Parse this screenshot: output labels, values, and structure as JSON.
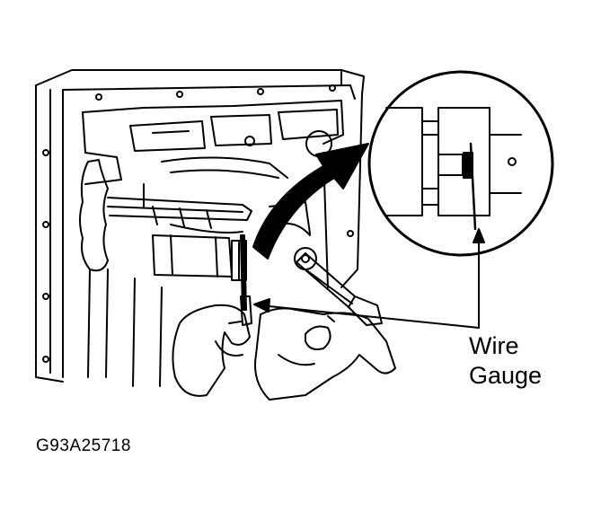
{
  "callout": {
    "line1": "Wire",
    "line2": "Gauge"
  },
  "figure_code": "G93A25718",
  "colors": {
    "ink": "#000000",
    "paper": "#ffffff"
  }
}
